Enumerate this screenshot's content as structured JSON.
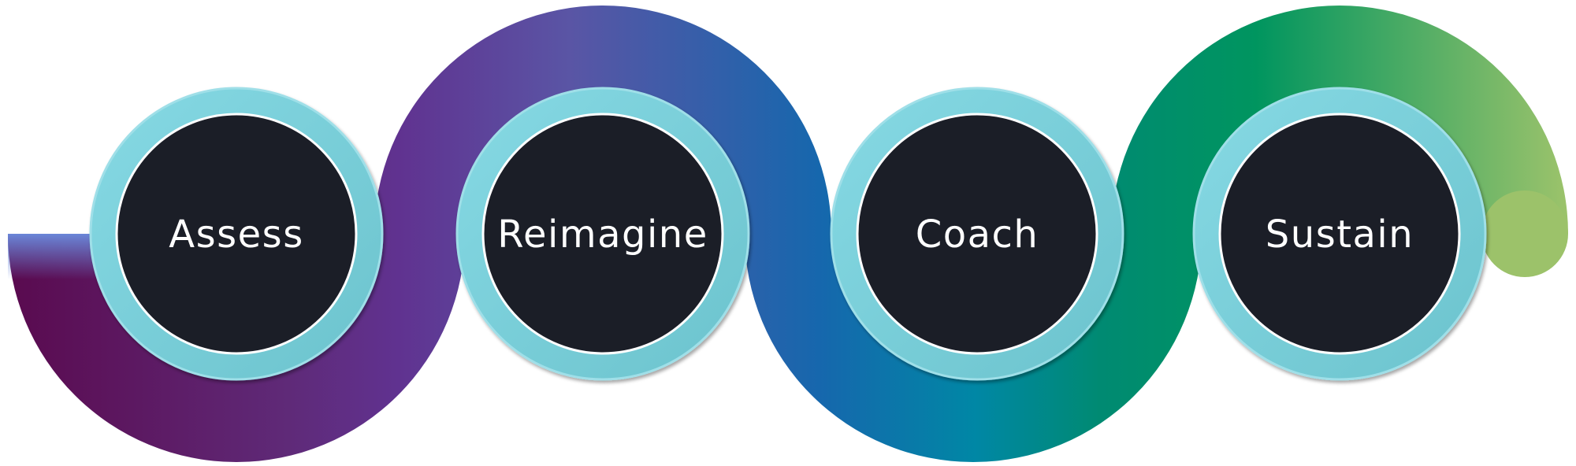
{
  "process": {
    "steps": [
      {
        "id": "assess",
        "label": "Assess"
      },
      {
        "id": "reimagine",
        "label": "Reimagine"
      },
      {
        "id": "coach",
        "label": "Coach"
      },
      {
        "id": "sustain",
        "label": "Sustain"
      }
    ]
  },
  "colors": {
    "background": "#ffffff",
    "node_fill": "#1b1e27",
    "node_ring": "#79d0db",
    "node_ring_edge": "#9fdfe8",
    "node_inner_outline": "#ffffff",
    "label": "#ffffff",
    "ribbon_gradient": [
      "#5c0a50",
      "#5f3590",
      "#5d4fa8",
      "#1668ae",
      "#0087a5",
      "#008e68",
      "#009561",
      "#9cc26a"
    ]
  }
}
